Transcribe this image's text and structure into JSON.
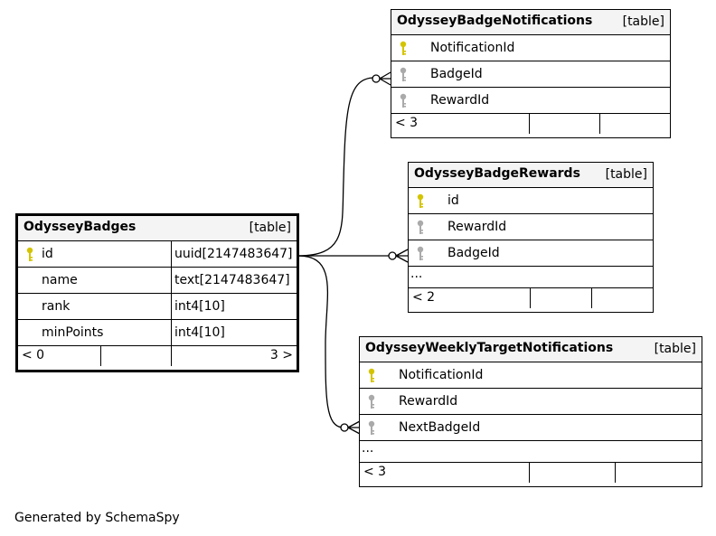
{
  "tables": {
    "badges": {
      "name": "OdysseyBadges",
      "kind": "[table]",
      "columns": [
        {
          "name": "id",
          "type": "uuid[2147483647]",
          "key": "primary"
        },
        {
          "name": "name",
          "type": "text[2147483647]",
          "key": "none"
        },
        {
          "name": "rank",
          "type": "int4[10]",
          "key": "none"
        },
        {
          "name": "minPoints",
          "type": "int4[10]",
          "key": "none"
        }
      ],
      "footer": {
        "parents": "< 0",
        "children": "3 >"
      }
    },
    "notifications": {
      "name": "OdysseyBadgeNotifications",
      "kind": "[table]",
      "columns": [
        {
          "name": "NotificationId",
          "key": "primary"
        },
        {
          "name": "BadgeId",
          "key": "foreign"
        },
        {
          "name": "RewardId",
          "key": "foreign"
        }
      ],
      "footer": {
        "parents": "< 3"
      }
    },
    "rewards": {
      "name": "OdysseyBadgeRewards",
      "kind": "[table]",
      "columns": [
        {
          "name": "id",
          "key": "primary"
        },
        {
          "name": "RewardId",
          "key": "foreign"
        },
        {
          "name": "BadgeId",
          "key": "foreign"
        }
      ],
      "ellipsis": "...",
      "footer": {
        "parents": "< 2"
      }
    },
    "weekly": {
      "name": "OdysseyWeeklyTargetNotifications",
      "kind": "[table]",
      "columns": [
        {
          "name": "NotificationId",
          "key": "primary"
        },
        {
          "name": "RewardId",
          "key": "foreign"
        },
        {
          "name": "NextBadgeId",
          "key": "foreign"
        }
      ],
      "ellipsis": "...",
      "footer": {
        "parents": "< 3"
      }
    }
  },
  "colors": {
    "primary_key": "#d4c400",
    "foreign_key": "#aaaaaa",
    "header_bg": "#f4f4f4",
    "line": "#000000"
  },
  "caption": "Generated by SchemaSpy"
}
